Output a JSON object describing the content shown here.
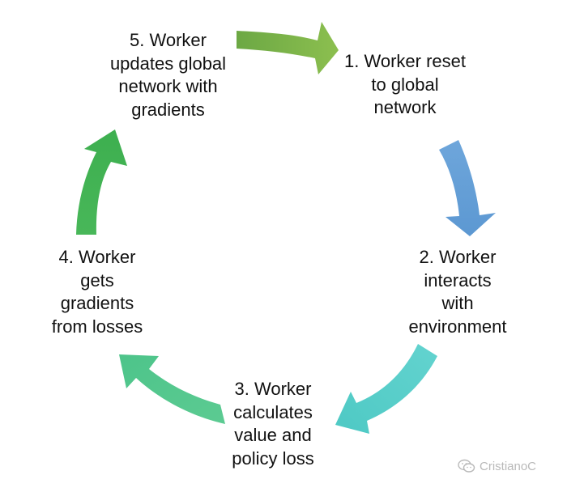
{
  "steps": [
    {
      "id": "step-1",
      "lines": [
        "1. Worker reset",
        "to global",
        "network"
      ],
      "arrow_color": "#6A9FD6"
    },
    {
      "id": "step-2",
      "lines": [
        "2. Worker",
        "interacts",
        "with",
        "environment"
      ],
      "arrow_color": "#5CCCCB"
    },
    {
      "id": "step-3",
      "lines": [
        "3. Worker",
        "calculates",
        "value and",
        "policy loss"
      ],
      "arrow_color": "#55C98C"
    },
    {
      "id": "step-4",
      "lines": [
        "4. Worker",
        "gets",
        "gradients",
        "from losses"
      ],
      "arrow_color": "#4BB85A"
    },
    {
      "id": "step-5",
      "lines": [
        "5. Worker",
        "updates global",
        "network with",
        "gradients"
      ],
      "arrow_color": "#7DB24A"
    }
  ],
  "watermark": {
    "text": "CristianoC",
    "icon": "wechat-icon",
    "color": "#B9B9B9"
  }
}
